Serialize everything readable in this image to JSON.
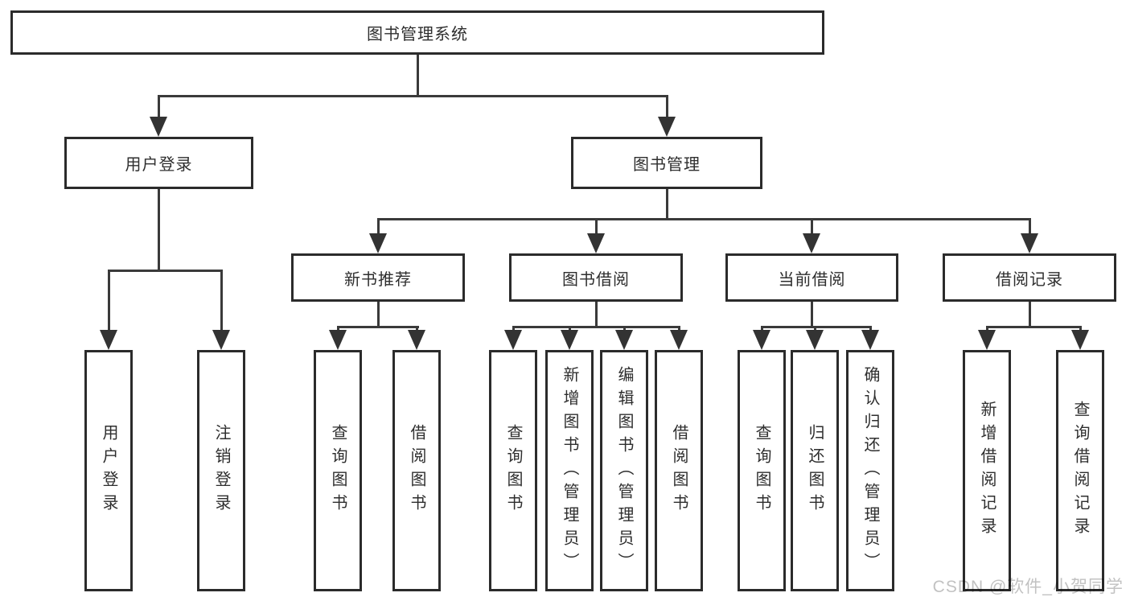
{
  "tree": {
    "root": {
      "label": "图书管理系统"
    },
    "level2": [
      {
        "label": "用户登录"
      },
      {
        "label": "图书管理"
      }
    ],
    "level3": [
      {
        "label": "新书推荐"
      },
      {
        "label": "图书借阅"
      },
      {
        "label": "当前借阅"
      },
      {
        "label": "借阅记录"
      }
    ],
    "leaves": [
      {
        "label": "用户登录"
      },
      {
        "label": "注销登录"
      },
      {
        "label": "查询图书"
      },
      {
        "label": "借阅图书"
      },
      {
        "label": "查询图书"
      },
      {
        "label": "新增图书（管理员）"
      },
      {
        "label": "编辑图书（管理员）"
      },
      {
        "label": "借阅图书"
      },
      {
        "label": "查询图书"
      },
      {
        "label": "归还图书"
      },
      {
        "label": "确认归还（管理员）"
      },
      {
        "label": "新增借阅记录"
      },
      {
        "label": "查询借阅记录"
      }
    ]
  },
  "watermark": {
    "text": "CSDN @软件_小贺同学"
  },
  "colors": {
    "line": "#3a3a3a",
    "box_border": "#2b2b2b",
    "box_fill": "#ffffff",
    "text": "#2e2e2e",
    "watermark": "#c2c2c2",
    "background": "#ffffff"
  }
}
